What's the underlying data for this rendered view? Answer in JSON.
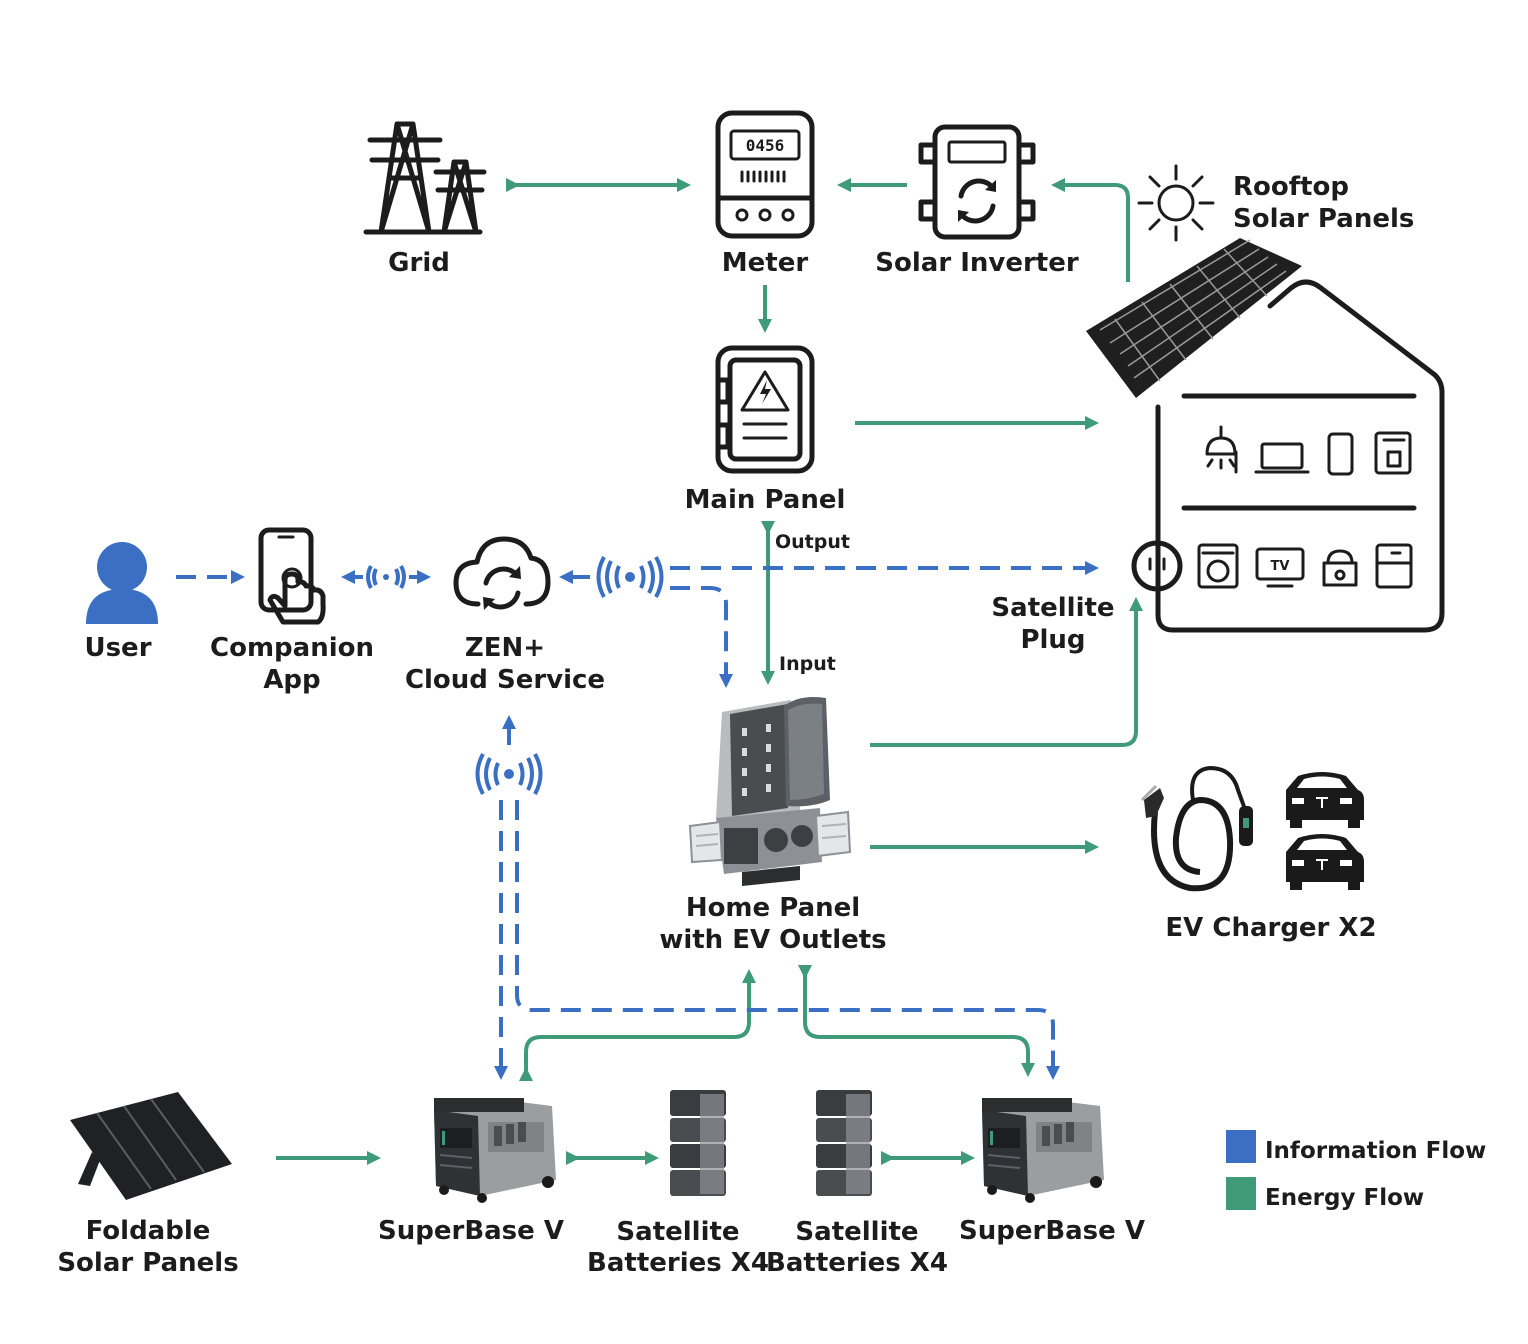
{
  "colors": {
    "information_flow": "#3a6fc4",
    "energy_flow": "#3e9a79"
  },
  "nodes": {
    "grid": "Grid",
    "meter": "Meter",
    "meter_display": "0456",
    "solar_inverter": "Solar Inverter",
    "rooftop_solar": [
      "Rooftop",
      "Solar Panels"
    ],
    "main_panel": "Main Panel",
    "user": "User",
    "companion_app": [
      "Companion",
      "App"
    ],
    "cloud_service": [
      "ZEN+",
      "Cloud Service"
    ],
    "satellite_plug": [
      "Satellite",
      "Plug"
    ],
    "home_panel": [
      "Home Panel",
      "with EV Outlets"
    ],
    "ev_charger": "EV Charger X2",
    "foldable_solar": [
      "Foldable",
      "Solar Panels"
    ],
    "superbase_left": "SuperBase V",
    "satellite_batteries_left": [
      "Satellite",
      "Batteries X4"
    ],
    "satellite_batteries_right": [
      "Satellite",
      "Batteries X4"
    ],
    "superbase_right": "SuperBase V",
    "tv_icon_text": "TV"
  },
  "flow_labels": {
    "output": "Output",
    "input": "Input"
  },
  "legend": [
    {
      "label": "Information Flow",
      "color": "#3a6fc4"
    },
    {
      "label": "Energy Flow",
      "color": "#3e9a79"
    }
  ]
}
